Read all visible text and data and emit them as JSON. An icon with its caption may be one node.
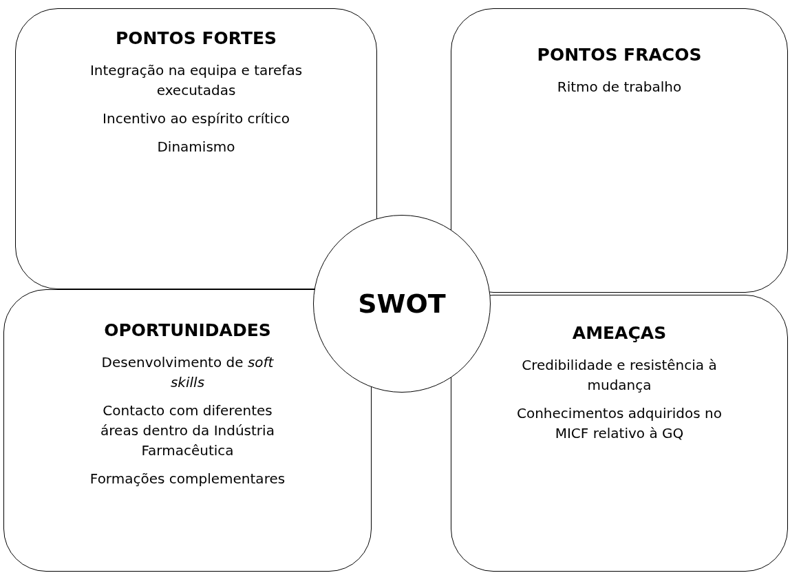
{
  "diagram": {
    "nodes": [
      {
        "text": [
          "PONTOS FORTES",
          "Integração na equipa e tarefas executadas",
          "Incentivo ao espírito crítico",
          "Dinamismo"
        ]
      },
      {
        "text": [
          "PONTOS FRACOS",
          "Ritmo de trabalho"
        ]
      },
      {
        "text": [
          "OPORTUNIDADES",
          "Desenvolvimento de *soft skills*",
          "Contacto com diferentes áreas dentro da Indústria Farmacêutica",
          "Formações complementares"
        ]
      },
      {
        "text": [
          "AMEAÇAS",
          "Credibilidade e resistência à mudança",
          "Conhecimentos adquiridos no MICF relativo à GQ"
        ]
      },
      {
        "text": [
          "SWOT"
        ]
      }
    ]
  }
}
